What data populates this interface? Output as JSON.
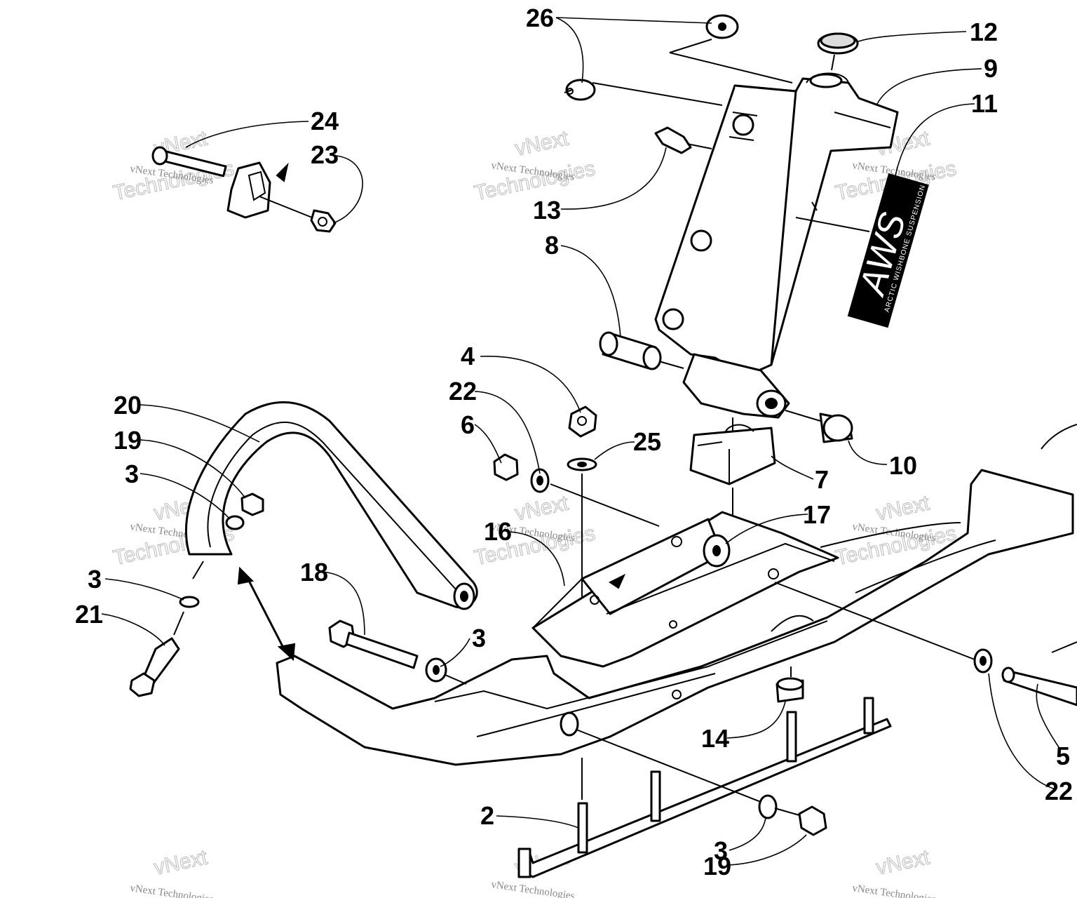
{
  "callouts": [
    {
      "id": "c26",
      "label": "26"
    },
    {
      "id": "c12",
      "label": "12"
    },
    {
      "id": "c9",
      "label": "9"
    },
    {
      "id": "c11",
      "label": "11"
    },
    {
      "id": "c24",
      "label": "24"
    },
    {
      "id": "c23",
      "label": "23"
    },
    {
      "id": "c13",
      "label": "13"
    },
    {
      "id": "c8",
      "label": "8"
    },
    {
      "id": "c4",
      "label": "4"
    },
    {
      "id": "c22a",
      "label": "22"
    },
    {
      "id": "c6",
      "label": "6"
    },
    {
      "id": "c25",
      "label": "25"
    },
    {
      "id": "c10",
      "label": "10"
    },
    {
      "id": "c7",
      "label": "7"
    },
    {
      "id": "c20",
      "label": "20"
    },
    {
      "id": "c19a",
      "label": "19"
    },
    {
      "id": "c3a",
      "label": "3"
    },
    {
      "id": "c16",
      "label": "16"
    },
    {
      "id": "c17",
      "label": "17"
    },
    {
      "id": "c3b",
      "label": "3"
    },
    {
      "id": "c21",
      "label": "21"
    },
    {
      "id": "c18",
      "label": "18"
    },
    {
      "id": "c3c",
      "label": "3"
    },
    {
      "id": "c14",
      "label": "14"
    },
    {
      "id": "c5",
      "label": "5"
    },
    {
      "id": "c22b",
      "label": "22"
    },
    {
      "id": "c2",
      "label": "2"
    },
    {
      "id": "c3d",
      "label": "3"
    },
    {
      "id": "c19b",
      "label": "19"
    }
  ],
  "decal": {
    "brand": "AWS",
    "subtitle": "ARCTIC WISHBONE SUSPENSION"
  },
  "watermark": {
    "line1": "vNext Technologies",
    "line2": "vNext",
    "line3": "Technologies"
  }
}
